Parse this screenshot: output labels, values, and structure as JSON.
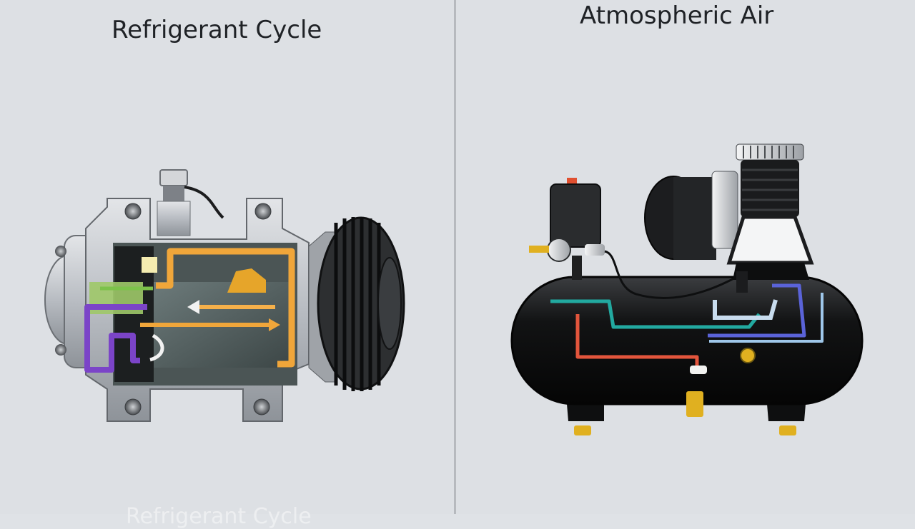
{
  "panels": {
    "left": {
      "title": "Refrigerant Cycle",
      "footer_ghost": "Refrigerant Cycle"
    },
    "right": {
      "title": "Atmospheric Air"
    }
  },
  "colors": {
    "background": "#dde0e4",
    "divider": "#5d6166",
    "refrigerant_flow": "#f0a63a",
    "intake_flow": "#7b44c8",
    "green_flow": "#7cc24a",
    "air_red": "#e2553c",
    "air_teal": "#22a9a0",
    "air_blue": "#5a63d8",
    "air_lightblue": "#9fc7ea",
    "brass": "#e0b020"
  },
  "icons": [
    "ac-compressor-icon",
    "air-compressor-icon"
  ]
}
